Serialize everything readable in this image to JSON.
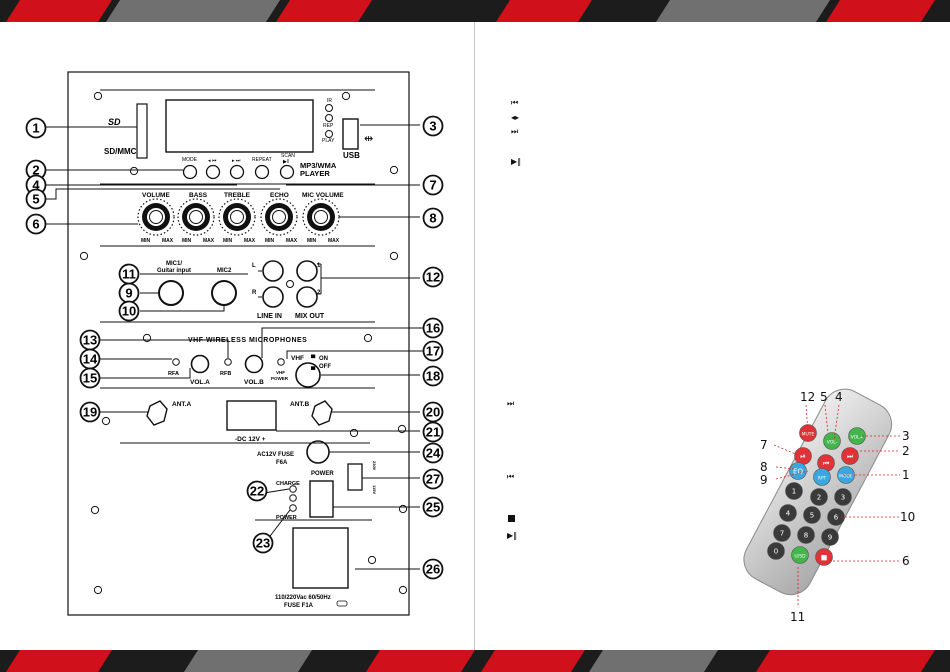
{
  "panel": {
    "sd_label": "SD/MMC",
    "ir_label": "IR",
    "rep_label": "REP",
    "play_label": "PLAY",
    "usb_label": "USB",
    "mode_label": "MODE",
    "repeat_label": "REPEAT",
    "scan_label": "SCAN",
    "player_line1": "MP3/WMA",
    "player_line2": "PLAYER",
    "knobs": [
      "VOLUME",
      "BASS",
      "TREBLE",
      "ECHO",
      "MIC VOLUME"
    ],
    "min_label": "MIN",
    "max_label": "MAX",
    "mic1_line1": "MIC1/",
    "mic1_line2": "Guitar input",
    "mic2_label": "MIC2",
    "l_label": "L",
    "r_label": "R",
    "one_label": "1",
    "two_label": "2",
    "line_in_label": "LINE IN",
    "mix_out_label": "MIX OUT",
    "vhf_title": "VHF WIRELESS MICROPHONES",
    "rfa_label": "RFA",
    "rfb_label": "RFB",
    "vola_label": "VOL.A",
    "volb_label": "VOL.B",
    "vhf_label": "VHF",
    "on_label": "ON",
    "off_label": "OFF",
    "vhf_power_line1": "VHF",
    "vhf_power_line2": "POWER",
    "anta_label": "ANT.A",
    "antb_label": "ANT.B",
    "dc_label": "-DC 12V +",
    "fuse_line1": "AC12V FUSE",
    "fuse_line2": "F6A",
    "power_label": "POWER",
    "v230_label": "230V",
    "v115_label": "115V",
    "charge_label": "CHARGE",
    "power_led_label": "POWER",
    "mains_line1": "110/220Vac 60/50Hz",
    "mains_line2": "FUSE F1A"
  },
  "callouts_left": [
    "1",
    "2",
    "3",
    "4",
    "5",
    "6",
    "7",
    "8",
    "9",
    "10",
    "11",
    "12",
    "13",
    "14",
    "15",
    "16",
    "17",
    "18",
    "19",
    "20",
    "21",
    "22",
    "23",
    "24",
    "25",
    "26",
    "27"
  ],
  "remote": {
    "callouts": [
      "12",
      "5",
      "4",
      "3",
      "7",
      "2",
      "8",
      "1",
      "9",
      "10",
      "6",
      "11"
    ],
    "keys": {
      "mode": "MODE",
      "mute": "MUTE",
      "eq": "EQ",
      "vol_minus": "VOL-",
      "vol_plus": "VOL+",
      "rpt": "RPT",
      "u_sd": "U/SD",
      "digits": [
        "1",
        "2",
        "3",
        "4",
        "5",
        "6",
        "7",
        "8",
        "9",
        "0"
      ]
    }
  },
  "colors": {
    "band_red": "#d0101b",
    "band_gray": "#7a7a7a",
    "key_red": "#e13237",
    "key_green": "#43b54a",
    "key_blue": "#3aa7de"
  }
}
